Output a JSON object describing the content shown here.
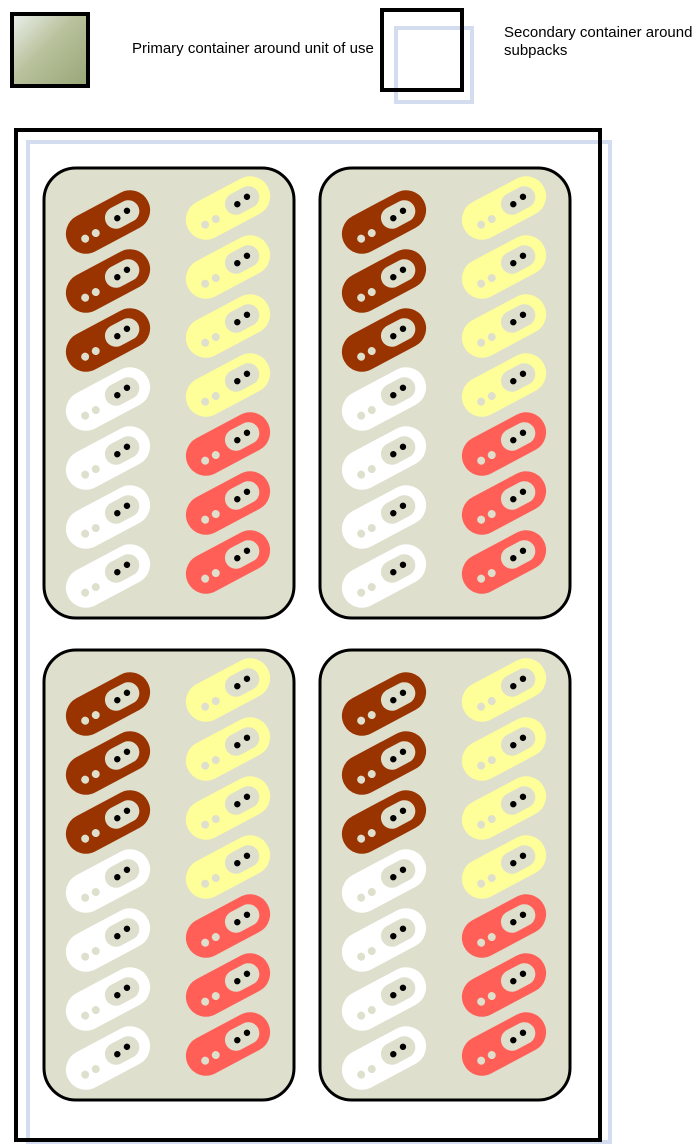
{
  "legend": {
    "primary_label": "Primary container around unit of use",
    "secondary_label": "Secondary container around subpacks"
  },
  "colors": {
    "subpack_fill": "#dedfcc",
    "brown": "#993300",
    "cream": "#ffff99",
    "white": "#ffffff",
    "coral": "#ff5f57",
    "secondary_shadow": "#d3ddef"
  },
  "subpacks": [
    {
      "left_column": [
        "brown",
        "brown",
        "brown",
        "white",
        "white",
        "white",
        "white"
      ],
      "right_column": [
        "cream",
        "cream",
        "cream",
        "cream",
        "coral",
        "coral",
        "coral"
      ]
    },
    {
      "left_column": [
        "brown",
        "brown",
        "brown",
        "white",
        "white",
        "white",
        "white"
      ],
      "right_column": [
        "cream",
        "cream",
        "cream",
        "cream",
        "coral",
        "coral",
        "coral"
      ]
    },
    {
      "left_column": [
        "brown",
        "brown",
        "brown",
        "white",
        "white",
        "white",
        "white"
      ],
      "right_column": [
        "cream",
        "cream",
        "cream",
        "cream",
        "coral",
        "coral",
        "coral"
      ]
    },
    {
      "left_column": [
        "brown",
        "brown",
        "brown",
        "white",
        "white",
        "white",
        "white"
      ],
      "right_column": [
        "cream",
        "cream",
        "cream",
        "cream",
        "coral",
        "coral",
        "coral"
      ]
    }
  ]
}
